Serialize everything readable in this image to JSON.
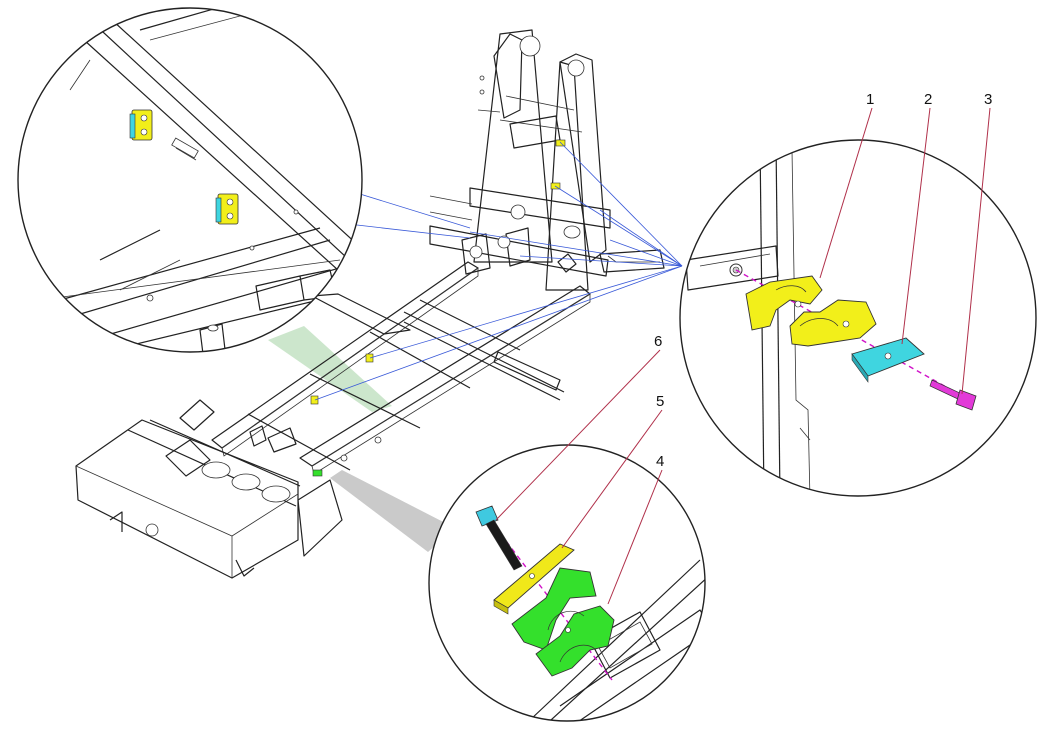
{
  "callouts": [
    {
      "label": "1"
    },
    {
      "label": "2"
    },
    {
      "label": "3"
    },
    {
      "label": "4"
    },
    {
      "label": "5"
    },
    {
      "label": "6"
    }
  ],
  "colors": {
    "clamp_yellow": "#f2ef1a",
    "plate_cyan": "#3fd5e0",
    "bolt_magenta": "#e23ad8",
    "clamp_green": "#34e02c",
    "plate_yellow": "#f0e81a",
    "bolt_cyan": "#3fc9e0",
    "leader_blue": "#3a5ad8",
    "leader_red": "#b0304a",
    "callout_cone_green": "#bfe0bf",
    "callout_cone_gray": "#bdbdbd"
  },
  "icons": [
    "pipe-clamp-icon",
    "cover-plate-icon",
    "bolt-icon"
  ]
}
